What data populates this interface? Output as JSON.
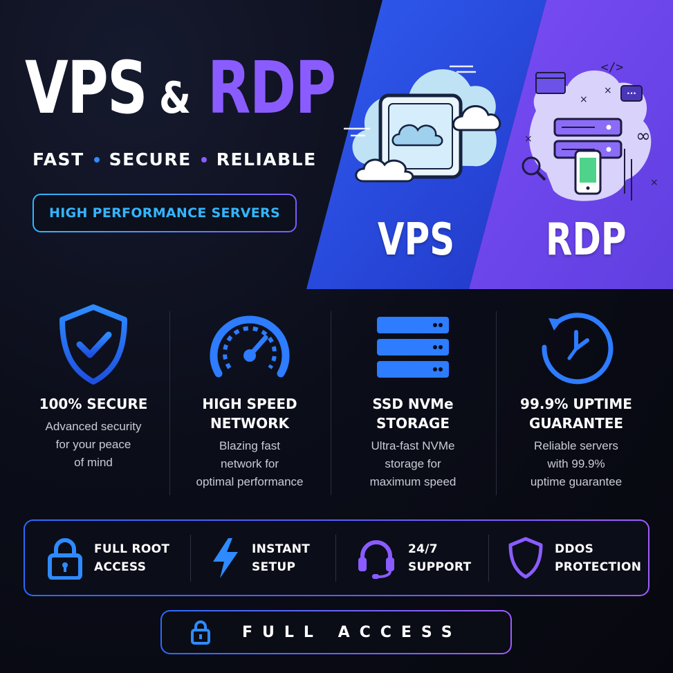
{
  "title": {
    "vps": "VPS",
    "ampersand": "&",
    "rdp": "RDP",
    "tagline": [
      "FAST",
      "SECURE",
      "RELIABLE"
    ],
    "badge": "HIGH PERFORMANCE SERVERS"
  },
  "hero": {
    "vps_label": "VPS",
    "rdp_label": "RDP",
    "vps_color": "#2a44e0",
    "rdp_color": "#6a47f0"
  },
  "features": [
    {
      "icon": "shield-check-icon",
      "title": [
        "100% SECURE"
      ],
      "desc": [
        "Advanced security",
        "for your peace",
        "of mind"
      ]
    },
    {
      "icon": "speedometer-icon",
      "title": [
        "HIGH SPEED",
        "NETWORK"
      ],
      "desc": [
        "Blazing fast",
        "network for",
        "optimal performance"
      ]
    },
    {
      "icon": "server-stack-icon",
      "title": [
        "SSD NVMe",
        "STORAGE"
      ],
      "desc": [
        "Ultra-fast NVMe",
        "storage for",
        "maximum speed"
      ]
    },
    {
      "icon": "clock-cycle-icon",
      "title": [
        "99.9% UPTIME",
        "GUARANTEE"
      ],
      "desc": [
        "Reliable servers",
        "with 99.9%",
        "uptime guarantee"
      ]
    }
  ],
  "strip": [
    {
      "icon": "padlock-icon",
      "label": [
        "FULL ROOT",
        "ACCESS"
      ]
    },
    {
      "icon": "lightning-bolt-icon",
      "label": [
        "INSTANT",
        "SETUP"
      ]
    },
    {
      "icon": "headset-icon",
      "label": [
        "24/7",
        "SUPPORT"
      ]
    },
    {
      "icon": "shield-icon",
      "label": [
        "DDOS",
        "PROTECTION"
      ]
    }
  ],
  "footer": {
    "label": "FULL ACCESS",
    "icon": "padlock-icon"
  },
  "colors": {
    "accent_blue": "#2e8bff",
    "accent_purple": "#8a5cff",
    "background": "#0b0d19"
  }
}
